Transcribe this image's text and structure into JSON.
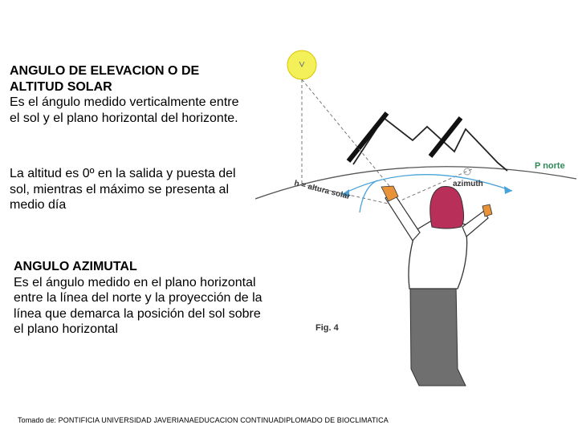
{
  "elevation": {
    "heading": "ANGULO DE ELEVACION O DE ALTITUD SOLAR",
    "body": "Es el ángulo medido verticalmente entre el sol y el plano horizontal del horizonte."
  },
  "altitude_note": "La altitud es 0º en la salida y puesta del sol, mientras el máximo se presenta al medio día",
  "azimutal": {
    "heading": "ANGULO AZIMUTAL",
    "body": "Es el ángulo medido en el plano horizontal entre la línea del norte y la proyección de la línea que demarca la posición del sol sobre el plano horizontal"
  },
  "source": "Tomado de: PONTIFICIA UNIVERSIDAD JAVERIANAEDUCACION CONTINUADIPLOMADO DE BIOCLIMATICA",
  "figure": {
    "north_label": "P norte",
    "azimuth_label": "azimuth",
    "altitude_label": "h = altura solar",
    "fig_label": "Fig. 4",
    "colors": {
      "sun": "#f3f05a",
      "arc": "#4aa3d8",
      "north_label": "#2e8b57",
      "hair": "#b8305a",
      "hand": "#e8923a",
      "legs": "#6f6f6f"
    }
  }
}
